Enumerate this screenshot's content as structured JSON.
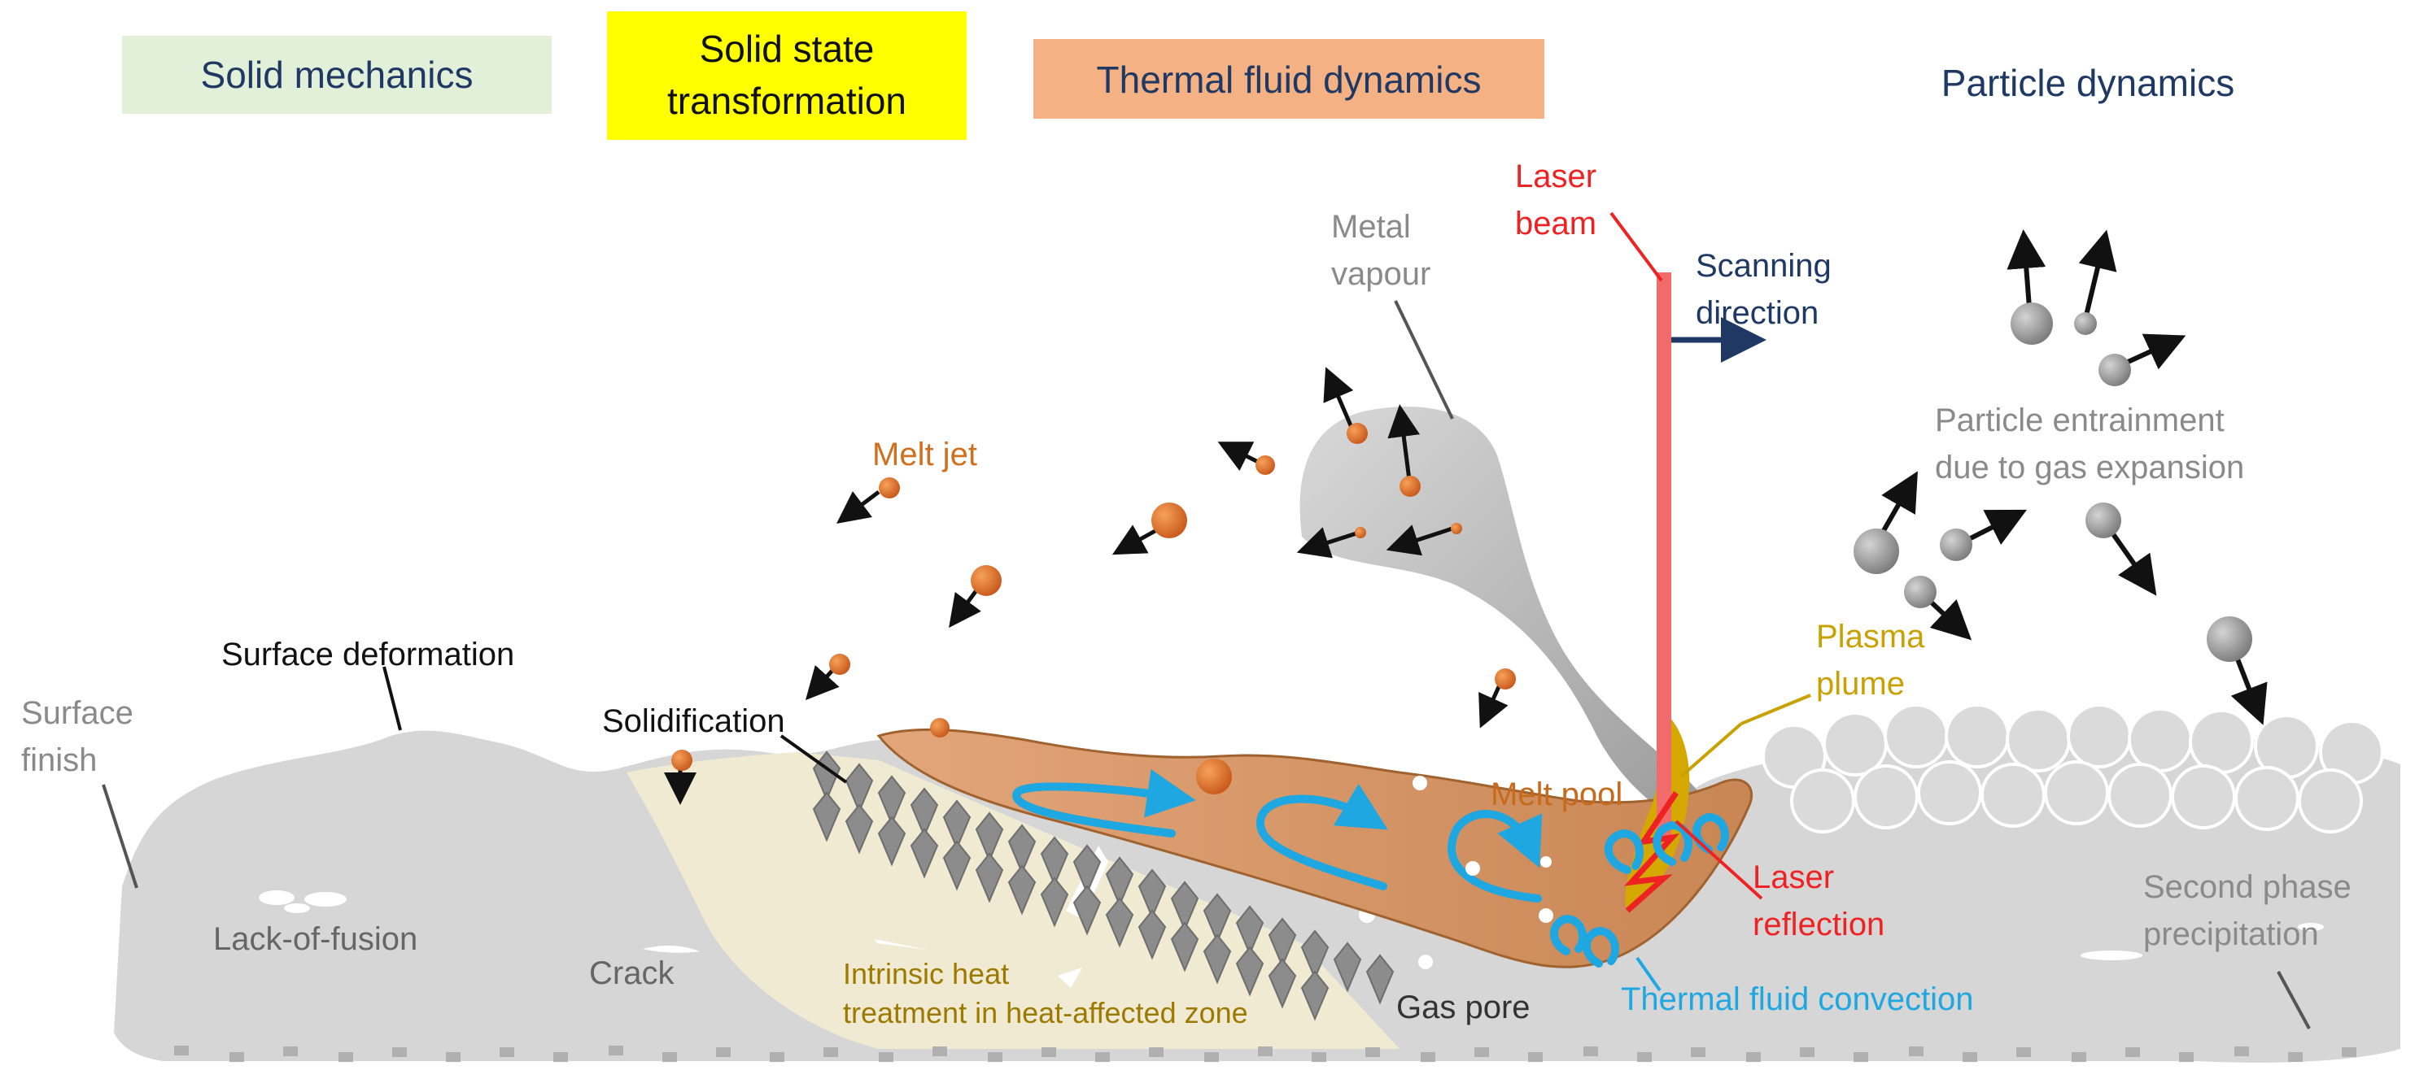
{
  "headers": {
    "solid_mechanics": "Solid mechanics",
    "solid_state_line1": "Solid state",
    "solid_state_line2": "transformation",
    "thermal_fluid": "Thermal fluid dynamics",
    "particle_dynamics": "Particle dynamics"
  },
  "labels": {
    "laser_beam_line1": "Laser",
    "laser_beam_line2": "beam",
    "metal_vapour_line1": "Metal",
    "metal_vapour_line2": "vapour",
    "scanning_line1": "Scanning",
    "scanning_line2": "direction",
    "melt_jet": "Melt jet",
    "particle_entrainment_line1": "Particle entrainment",
    "particle_entrainment_line2": "due to gas expansion",
    "plasma_line1": "Plasma",
    "plasma_line2": "plume",
    "surface_deformation": "Surface deformation",
    "surface_finish_line1": "Surface",
    "surface_finish_line2": "finish",
    "solidification": "Solidification",
    "melt_pool": "Melt pool",
    "laser_reflection_line1": "Laser",
    "laser_reflection_line2": "reflection",
    "second_phase_line1": "Second phase",
    "second_phase_line2": "precipitation",
    "lack_of_fusion": "Lack-of-fusion",
    "crack": "Crack",
    "heat_treatment_line1": "Intrinsic heat",
    "heat_treatment_line2": "treatment in heat-affected zone",
    "gas_pore": "Gas pore",
    "thermal_convection": "Thermal fluid convection"
  },
  "colors": {
    "solid_mechanics_box": "#e2f0d9",
    "solid_state_box": "#ffff00",
    "thermal_fluid_box": "#f4b183",
    "header_text": "#1f3864",
    "laser_red": "#ee2222",
    "laser_beam_fill": "#f26b6b",
    "melt_orange": "#e07b32",
    "melt_pool_fill": "#d99a6c",
    "convection_blue": "#1ea7e1",
    "plasma_gold": "#c9a100",
    "substrate_grey": "#d6d6d6",
    "vapour_grey": "#c8c8c8",
    "haz_beige": "#f1ead3",
    "label_grey": "#8a8a8a",
    "dark_text": "#111111",
    "heat_text": "#9c7a00"
  }
}
